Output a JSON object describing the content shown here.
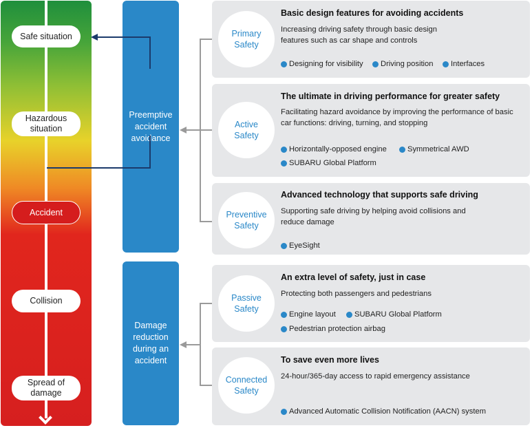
{
  "stages": [
    {
      "label": "Safe situation"
    },
    {
      "label": "Hazardous situation"
    },
    {
      "label": "Accident"
    },
    {
      "label": "Collision"
    },
    {
      "label": "Spread of damage"
    }
  ],
  "groups": [
    {
      "label": "Preemptive accident avoidance"
    },
    {
      "label": "Damage reduction during an accident"
    }
  ],
  "cards": [
    {
      "name": "Primary Safety",
      "title": "Basic design features for avoiding accidents",
      "desc": "Increasing driving safety through basic design features such as car shape and controls",
      "features": [
        "Designing for visibility",
        "Driving position",
        "Interfaces"
      ]
    },
    {
      "name": "Active Safety",
      "title": "The ultimate in driving performance for greater safety",
      "desc": "Facilitating hazard avoidance by improving the performance of basic car functions: driving, turning, and stopping",
      "features": [
        "Horizontally-opposed engine",
        "Symmetrical AWD",
        "SUBARU Global Platform"
      ]
    },
    {
      "name": "Preventive Safety",
      "title": "Advanced technology that supports safe driving",
      "desc": "Supporting safe driving by helping avoid collisions and reduce damage",
      "features": [
        "EyeSight"
      ]
    },
    {
      "name": "Passive Safety",
      "title": "An extra level of safety, just in case",
      "desc": "Protecting both passengers and pedestrians",
      "features": [
        "Engine layout",
        "SUBARU Global Platform",
        "Pedestrian protection airbag"
      ]
    },
    {
      "name": "Connected Safety",
      "title": "To save even more lives",
      "desc": "24-hour/365-day access to rapid emergency assistance",
      "features": [
        "Advanced Automatic Collision Notification (AACN) system"
      ]
    }
  ],
  "colors": {
    "accent": "#2a88c8",
    "card_bg": "#e6e7e9",
    "connector": "#9a9a9a",
    "arrow": "#1b3a6b",
    "danger": "#d51d1d",
    "safe": "#1f8f3c"
  }
}
